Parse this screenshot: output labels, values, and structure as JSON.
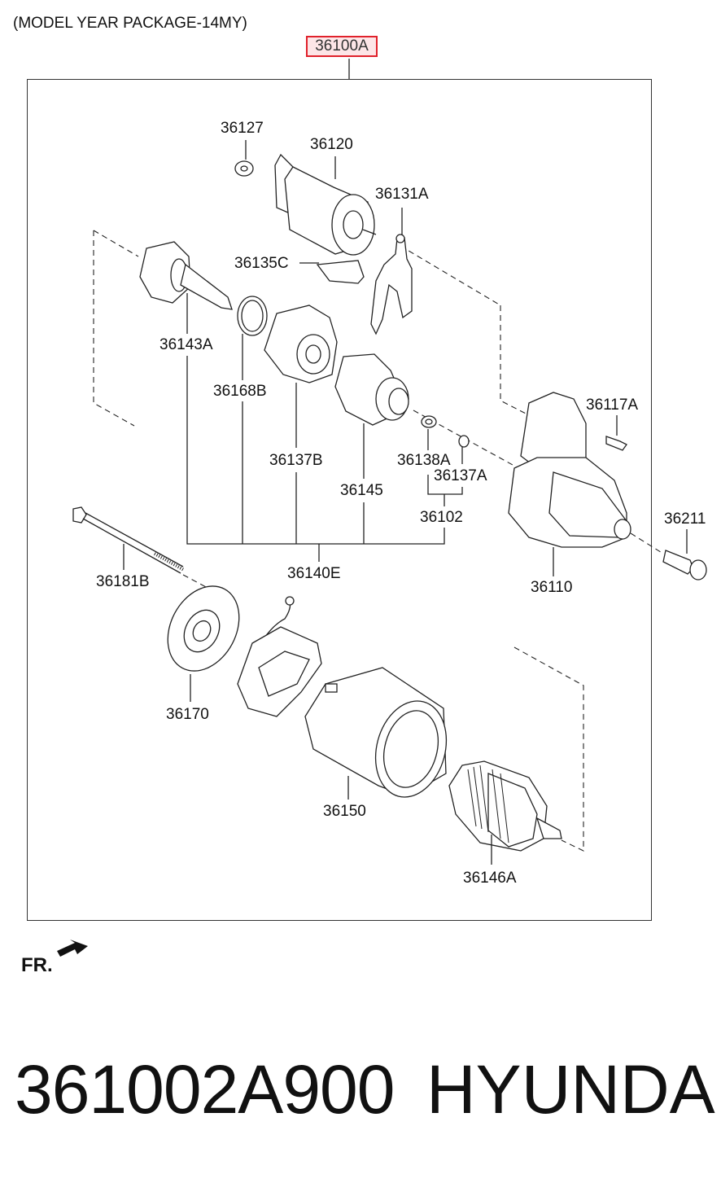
{
  "header": "(MODEL YEAR PACKAGE-14MY)",
  "assembly_label": "36100A",
  "parts": {
    "p36127": "36127",
    "p36120": "36120",
    "p36131A": "36131A",
    "p36135C": "36135C",
    "p36143A": "36143A",
    "p36168B": "36168B",
    "p36137B": "36137B",
    "p36145": "36145",
    "p36138A": "36138A",
    "p36137A": "36137A",
    "p36102": "36102",
    "p36117A": "36117A",
    "p36211": "36211",
    "p36110": "36110",
    "p36140E": "36140E",
    "p36181B": "36181B",
    "p36170": "36170",
    "p36150": "36150",
    "p36146A": "36146A"
  },
  "front_label": "FR.",
  "part_number": "361002A900",
  "brand": "HYUNDAI"
}
